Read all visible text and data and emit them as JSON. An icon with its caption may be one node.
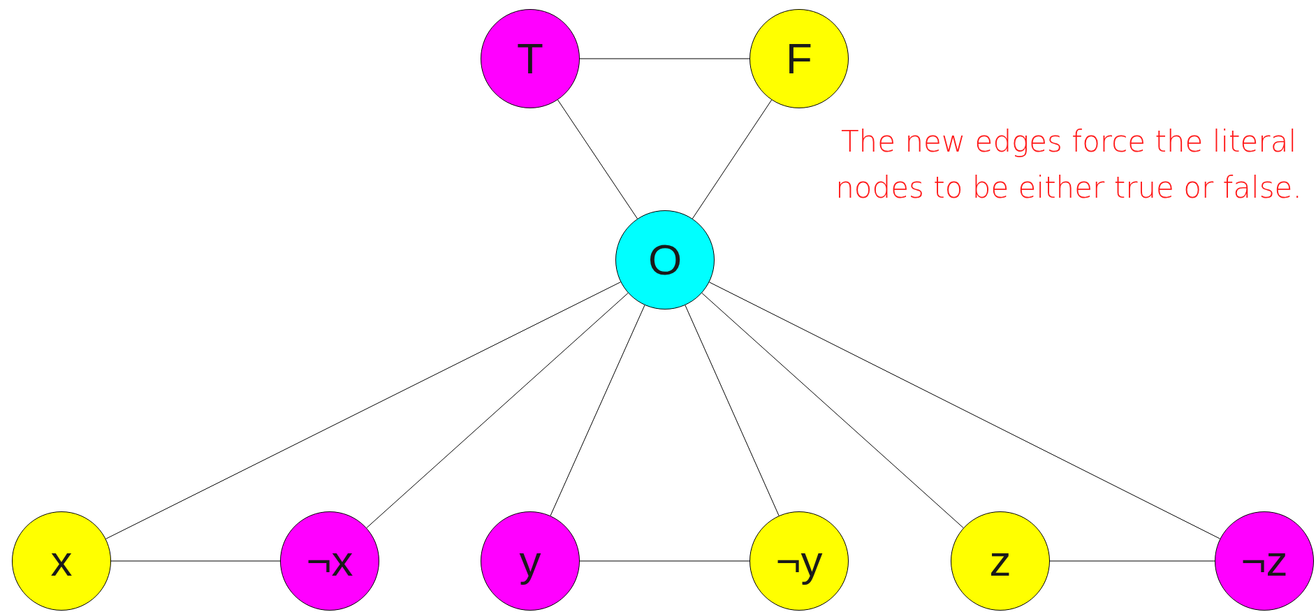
{
  "diagram": {
    "nodes": [
      {
        "text": [
          "T"
        ]
      },
      {
        "text": [
          "F"
        ]
      },
      {
        "text": [
          "O"
        ]
      },
      {
        "text": [
          "x"
        ]
      },
      {
        "text": [
          "¬x"
        ]
      },
      {
        "text": [
          "y"
        ]
      },
      {
        "text": [
          "¬y"
        ]
      },
      {
        "text": [
          "z"
        ]
      },
      {
        "text": [
          "¬z"
        ]
      }
    ],
    "edges": [
      {
        "from": 0,
        "to": 1,
        "arrow": "none"
      },
      {
        "from": 0,
        "to": 2,
        "arrow": "none"
      },
      {
        "from": 1,
        "to": 2,
        "arrow": "none"
      },
      {
        "from": 2,
        "to": 3,
        "arrow": "none"
      },
      {
        "from": 2,
        "to": 4,
        "arrow": "none"
      },
      {
        "from": 2,
        "to": 5,
        "arrow": "none"
      },
      {
        "from": 2,
        "to": 6,
        "arrow": "none"
      },
      {
        "from": 2,
        "to": 7,
        "arrow": "none"
      },
      {
        "from": 2,
        "to": 8,
        "arrow": "none"
      },
      {
        "from": 3,
        "to": 4,
        "arrow": "none"
      },
      {
        "from": 5,
        "to": 6,
        "arrow": "none"
      },
      {
        "from": 7,
        "to": 8,
        "arrow": "none"
      }
    ],
    "labels": [
      "The new edges force the literal nodes to be either true or false."
    ]
  }
}
